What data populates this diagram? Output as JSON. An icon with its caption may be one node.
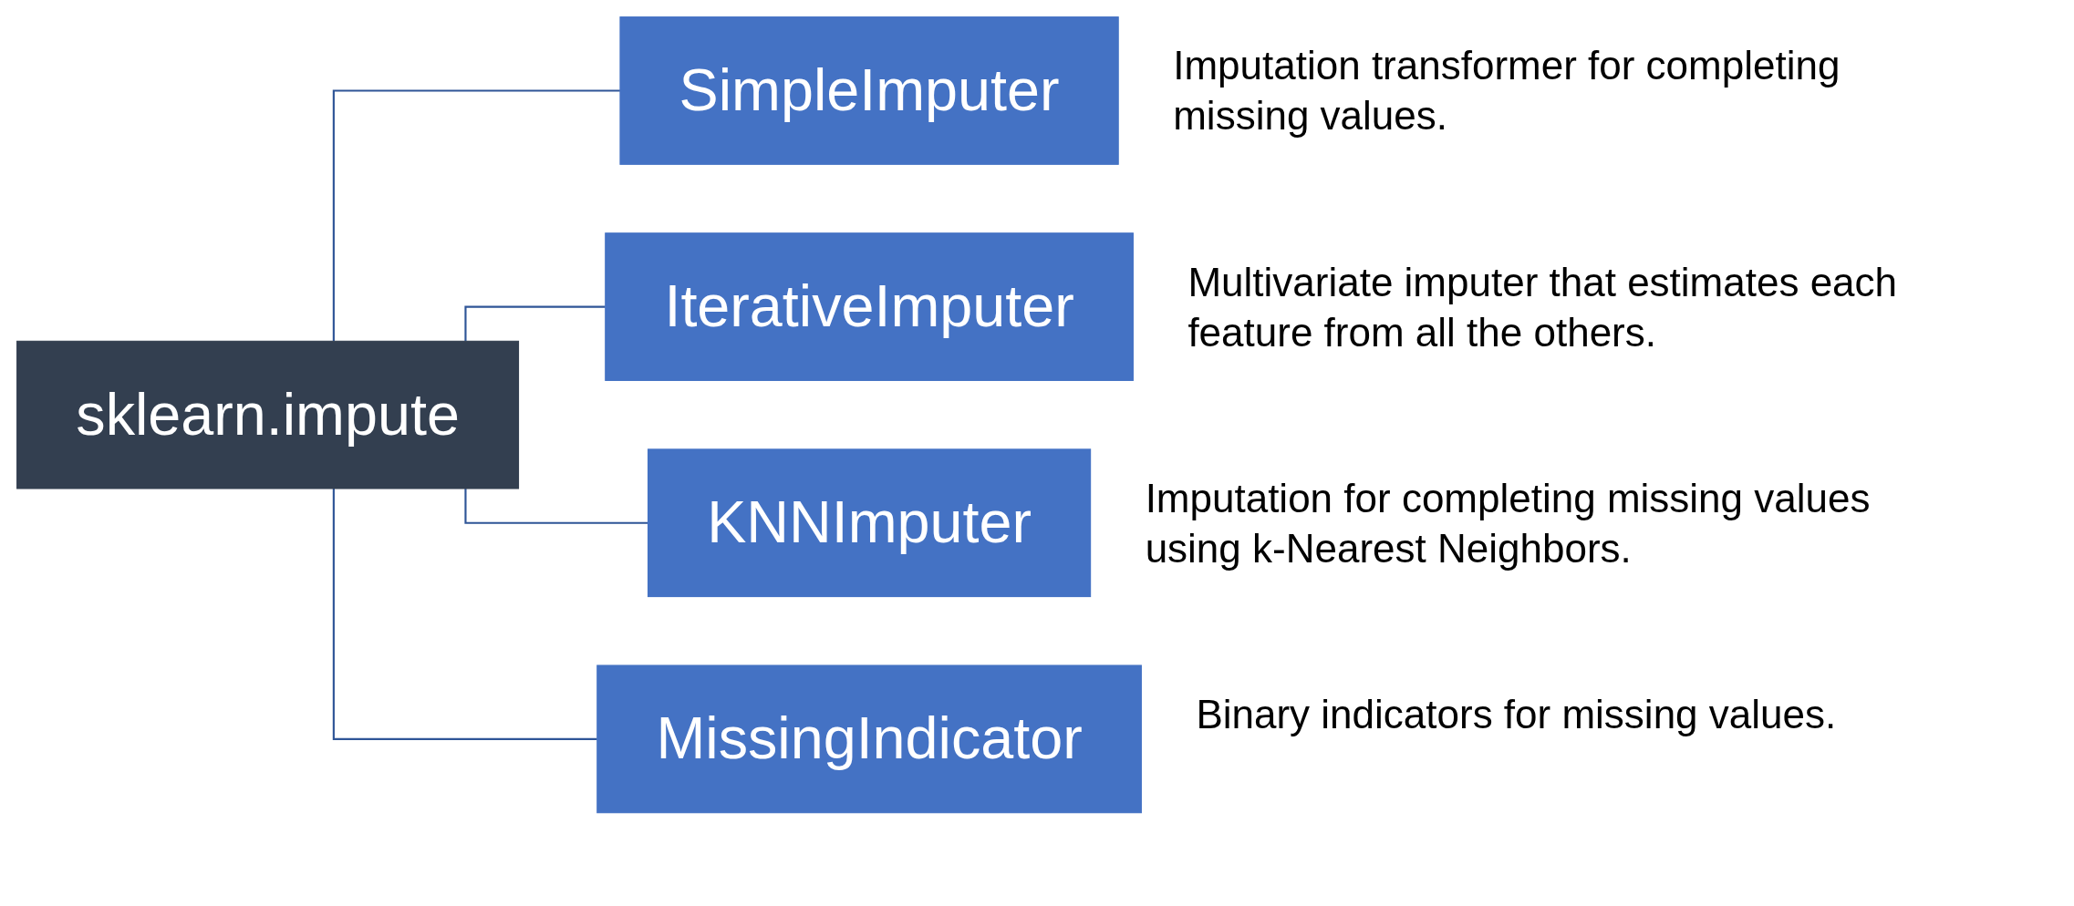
{
  "diagram": {
    "nodes": [
      {
        "text": [
          "sklearn.impute"
        ]
      },
      {
        "text": [
          "SimpleImputer"
        ],
        "beside": [
          "Imputation transformer for completing missing values."
        ]
      },
      {
        "text": [
          "IterativeImputer"
        ],
        "beside": [
          "Multivariate imputer that estimates each feature from all the others."
        ]
      },
      {
        "text": [
          "KNNImputer"
        ],
        "beside": [
          "Imputation for completing missing values using k-Nearest Neighbors."
        ]
      },
      {
        "text": [
          "MissingIndicator"
        ],
        "beside": [
          "Binary indicators for missing values."
        ]
      }
    ],
    "edges": [
      {
        "from": 0,
        "to": 1,
        "arrow": "none"
      },
      {
        "from": 0,
        "to": 2,
        "arrow": "none"
      },
      {
        "from": 0,
        "to": 3,
        "arrow": "none"
      },
      {
        "from": 0,
        "to": 4,
        "arrow": "none"
      }
    ]
  }
}
